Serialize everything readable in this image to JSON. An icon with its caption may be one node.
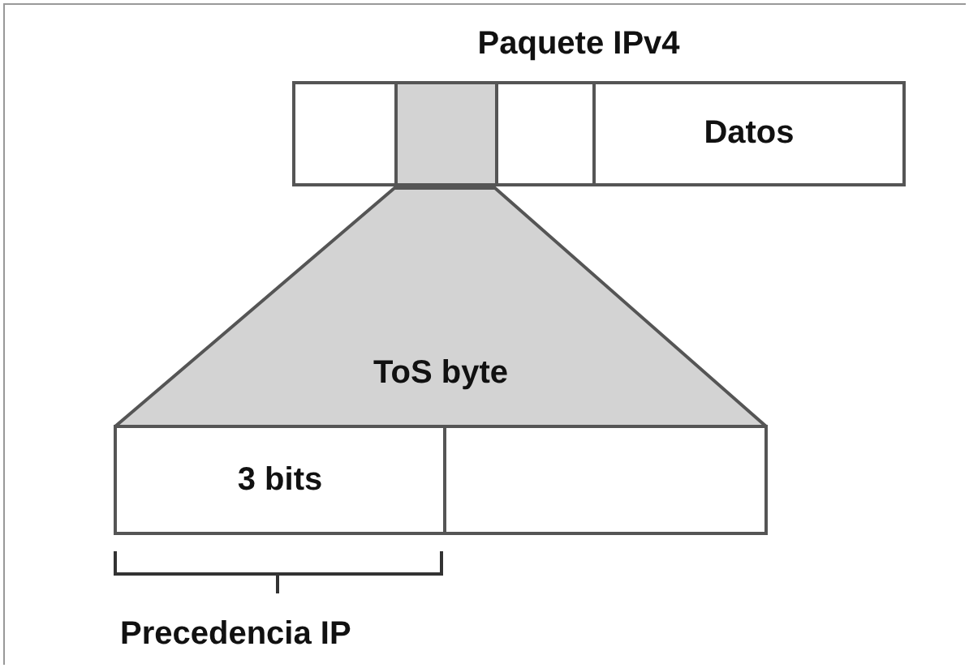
{
  "diagram": {
    "nodes": [
      {
        "text": [
          "Paquete IPv4"
        ]
      },
      {
        "text": [],
        "shape": "box",
        "in": 0
      },
      {
        "text": [],
        "shape": "box",
        "in": 0
      },
      {
        "text": [],
        "shape": "box",
        "in": 0
      },
      {
        "text": [
          "Datos"
        ],
        "in": 0
      },
      {
        "text": [
          "ToS byte"
        ]
      },
      {
        "text": [
          "3 bits"
        ]
      },
      {
        "text": [],
        "shape": "box"
      }
    ],
    "edges": [],
    "labels": [
      "Precedencia IP"
    ]
  }
}
